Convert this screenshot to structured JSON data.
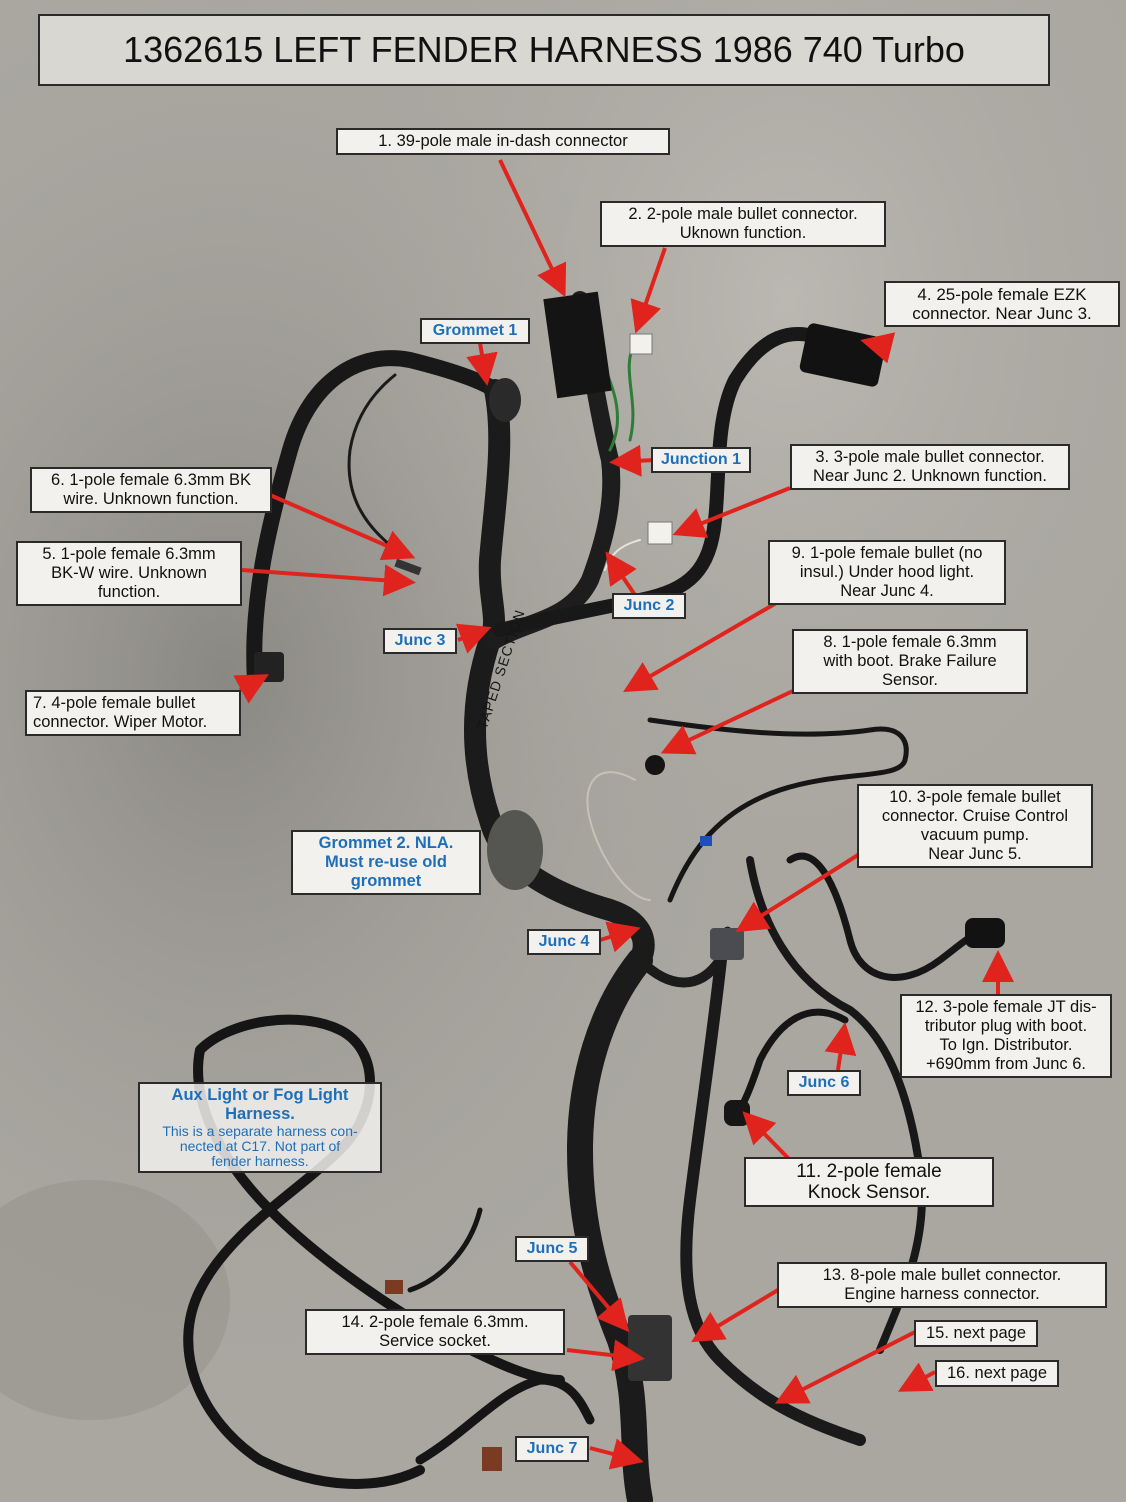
{
  "title": "1362615 LEFT FENDER HARNESS 1986 740 Turbo",
  "labels": {
    "l1": [
      "1. 39-pole male in-dash connector"
    ],
    "l2": [
      "2. 2-pole male bullet connector.",
      "Uknown function."
    ],
    "l3": [
      "3. 3-pole male bullet connector.",
      "Near Junc 2. Unknown function."
    ],
    "l4": [
      "4. 25-pole female EZK",
      "connector. Near Junc 3."
    ],
    "l5": [
      "5. 1-pole female  6.3mm",
      "BK-W wire. Unknown",
      "function."
    ],
    "l6": [
      "6. 1-pole female 6.3mm BK",
      "wire. Unknown function."
    ],
    "l7": [
      "7. 4-pole female bullet",
      "connector. Wiper Motor."
    ],
    "l8": [
      "8. 1-pole female 6.3mm",
      "with boot. Brake Failure",
      "Sensor."
    ],
    "l9": [
      "9. 1-pole female bullet (no",
      "insul.) Under hood light.",
      "Near Junc 4."
    ],
    "l10": [
      "10. 3-pole female bullet",
      "connector. Cruise Control",
      "vacuum pump.",
      "Near Junc 5."
    ],
    "l11": [
      "11. 2-pole female",
      "Knock Sensor."
    ],
    "l12": [
      "12. 3-pole female JT dis-",
      "tributor plug with boot.",
      "To Ign. Distributor.",
      "+690mm from Junc 6."
    ],
    "l13": [
      "13. 8-pole  male bullet connector.",
      "Engine harness connector."
    ],
    "l14": [
      "14. 2-pole female 6.3mm.",
      "Service socket."
    ],
    "l15": [
      "15. next page"
    ],
    "l16": [
      "16. next page"
    ]
  },
  "tags": {
    "grommet1": "Grommet 1",
    "junction1": "Junction 1",
    "junc2": "Junc 2",
    "junc3": "Junc 3",
    "junc4": "Junc 4",
    "junc5": "Junc 5",
    "junc6": "Junc 6",
    "junc7": "Junc 7"
  },
  "grommet2": [
    "Grommet 2. NLA.",
    "Must re-use old",
    "grommet"
  ],
  "aux": {
    "title": [
      "Aux Light or Fog Light",
      "Harness."
    ],
    "note": [
      "This is a separate harness con-",
      "nected at C17.  Not  part of",
      "fender harness."
    ]
  },
  "taped_section": "TAPED   SECTION",
  "colors": {
    "arrow": "#e0231c",
    "tag_text": "#1f6fb8",
    "harness": "#1b1b1b",
    "floor": "#a9a7a0"
  }
}
